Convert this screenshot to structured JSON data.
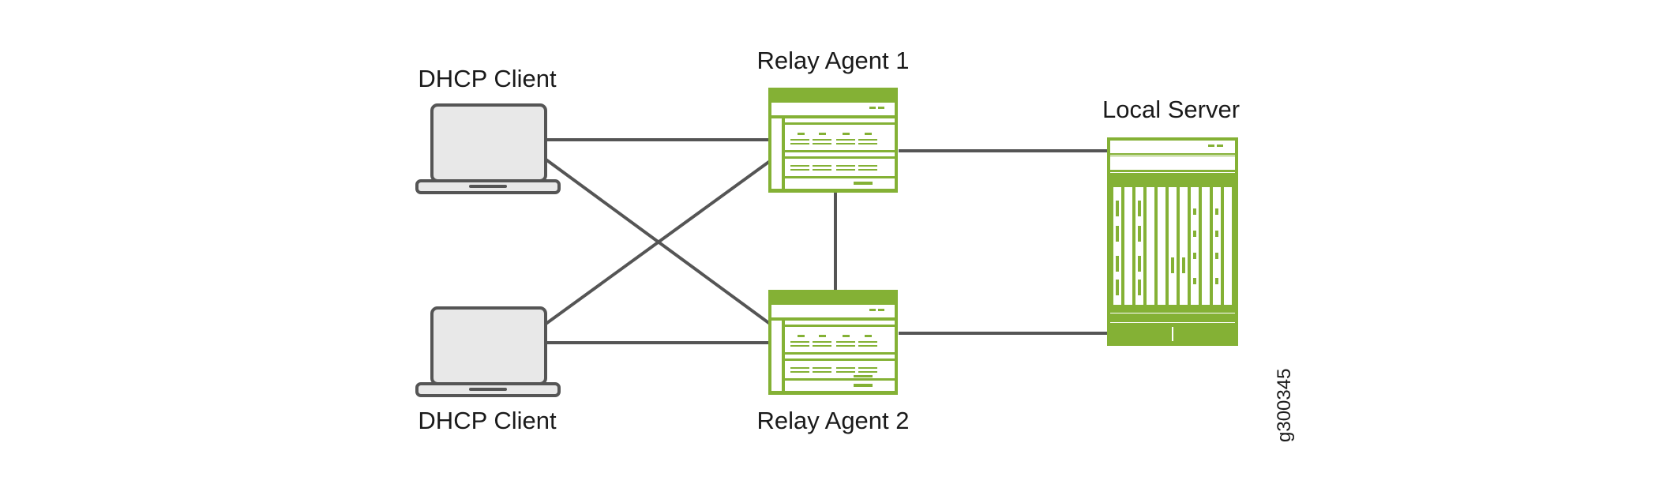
{
  "diagram": {
    "nodes": {
      "client_top": {
        "label": "DHCP Client",
        "icon": "laptop-icon"
      },
      "client_bottom": {
        "label": "DHCP Client",
        "icon": "laptop-icon"
      },
      "relay_1": {
        "label": "Relay Agent 1",
        "icon": "router-chassis-icon"
      },
      "relay_2": {
        "label": "Relay Agent 2",
        "icon": "router-chassis-icon"
      },
      "server": {
        "label": "Local Server",
        "icon": "server-chassis-icon"
      }
    },
    "edges": [
      {
        "from": "client_top",
        "to": "relay_1"
      },
      {
        "from": "client_top",
        "to": "relay_2"
      },
      {
        "from": "client_bottom",
        "to": "relay_1"
      },
      {
        "from": "client_bottom",
        "to": "relay_2"
      },
      {
        "from": "relay_1",
        "to": "relay_2"
      },
      {
        "from": "relay_1",
        "to": "server"
      },
      {
        "from": "relay_2",
        "to": "server"
      }
    ],
    "figure_id": "g300345"
  },
  "colors": {
    "device_green": "#84b135",
    "line_gray": "#555555",
    "laptop_fill": "#e8e8e8"
  }
}
